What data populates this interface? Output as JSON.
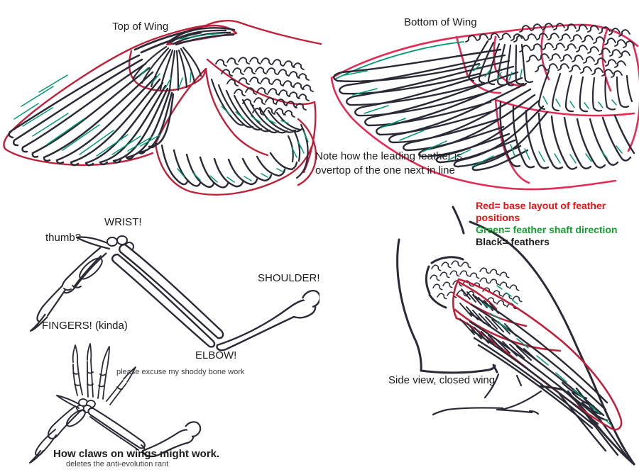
{
  "colors": {
    "feather_outline_red": "#c0203a",
    "feather_outline_red2": "#e62a56",
    "shaft_green": "#009a72",
    "ink": "#2a2a36",
    "legend_red_text": "#ee1111",
    "legend_green_text": "#12a02c",
    "text": "#1c1c1c"
  },
  "top_wing": {
    "title": "Top of Wing"
  },
  "bottom_wing": {
    "title": "Bottom of Wing",
    "note_line1": "Note how the leading feather is",
    "note_line2": "overtop of the one next in line"
  },
  "legend": {
    "red": "Red= base layout of feather positions",
    "green": "Green= feather shaft direction",
    "black": "Black= feathers"
  },
  "bone_diagram": {
    "wrist": "WRIST!",
    "thumb": "thumb?",
    "shoulder": "SHOULDER!",
    "fingers": "FINGERS! (kinda)",
    "elbow": "ELBOW!",
    "apology": "please excuse my shoddy bone work"
  },
  "claw_diagram": {
    "caption": "How claws on wings might work.",
    "subcaption": "deletes the anti-evolution rant"
  },
  "side_view": {
    "caption": "Side view, closed wing"
  }
}
